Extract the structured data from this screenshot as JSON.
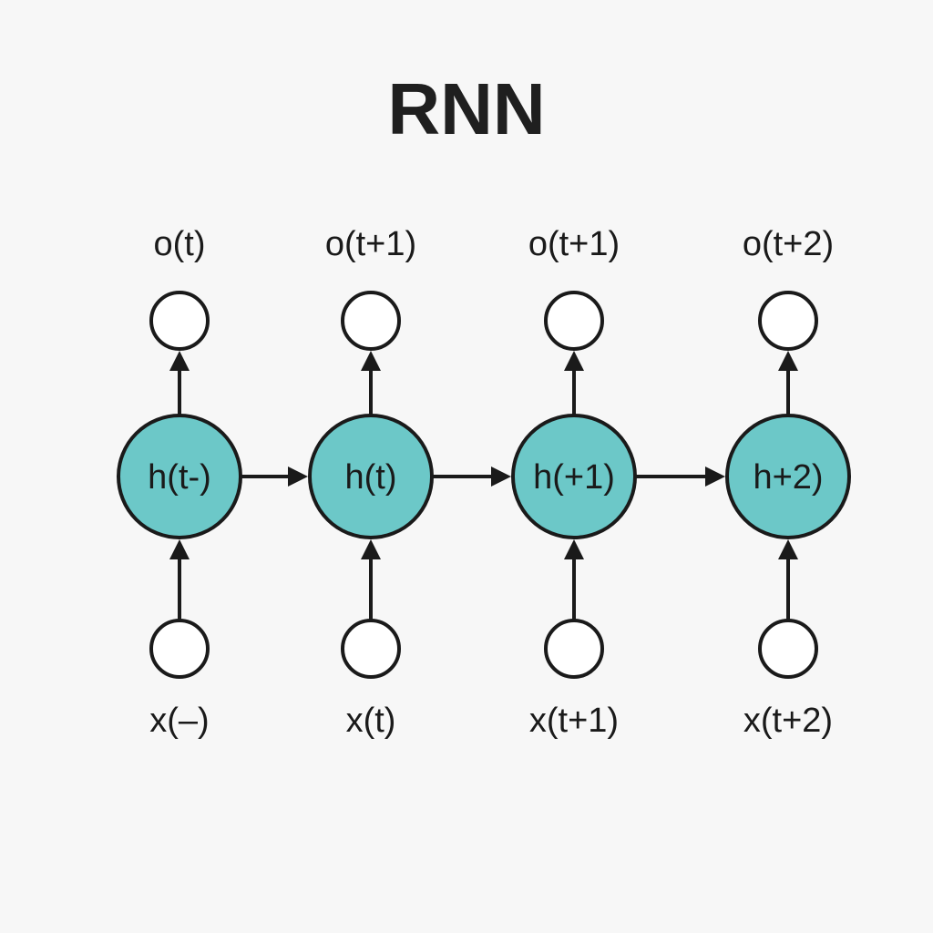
{
  "title": "RNN",
  "colors": {
    "hidden_fill": "#6cc8c8",
    "stroke": "#1a1a1a",
    "background": "#f7f7f7"
  },
  "steps": [
    {
      "output": "o(t)",
      "hidden": "h(t-)",
      "input": "x(–)"
    },
    {
      "output": "o(t+1)",
      "hidden": "h(t)",
      "input": "x(t)"
    },
    {
      "output": "o(t+1)",
      "hidden": "h(+1)",
      "input": "x(t+1)"
    },
    {
      "output": "o(t+2)",
      "hidden": "h+2)",
      "input": "x(t+2)"
    }
  ]
}
